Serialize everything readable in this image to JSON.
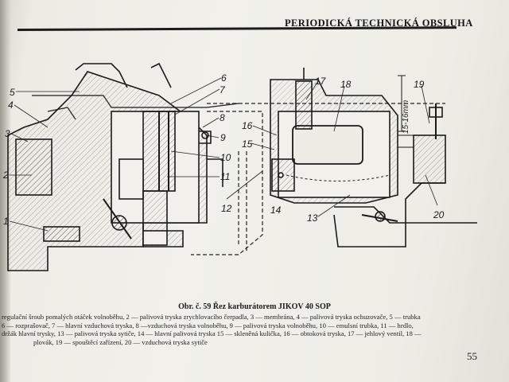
{
  "header": {
    "title": "PERIODICKÁ TECHNICKÁ OBSLUHA"
  },
  "figure": {
    "part_labels": [
      "5",
      "4",
      "3",
      "2",
      "1",
      "6",
      "7",
      "8",
      "9",
      "10",
      "11",
      "12",
      "14",
      "15",
      "16",
      "17",
      "18",
      "19",
      "13",
      "20"
    ],
    "dimension": "15-16mm"
  },
  "caption": "Obr. č. 59 Řez karburátorem JIKOV 40 SOP",
  "legend_lines": [
    "regulační šroub pomalých otáček volnoběhu, 2 — palivová tryska zrychlovacího čerpadla, 3 — membrána, 4 — palivová tryska ochuzovače, 5 — trubka",
    "6 — rozprašovač, 7 — hlavní vzduchová tryska, 8 —vzduchová tryska volnoběhu, 9 — palivová tryska volnoběhu, 10 — emulsní trubka, 11 — hrdlo,",
    "držák hlavní trysky, 13 — palivová tryska sytiče, 14 — hlavní palivová tryska 15 — skleněná kulička, 16 — obtoková tryska, 17 — jehlový ventil, 18 —",
    "plovák, 19 — spouštěcí zařízení, 20 — vzduchová tryska sytiče"
  ],
  "page_number": "55"
}
